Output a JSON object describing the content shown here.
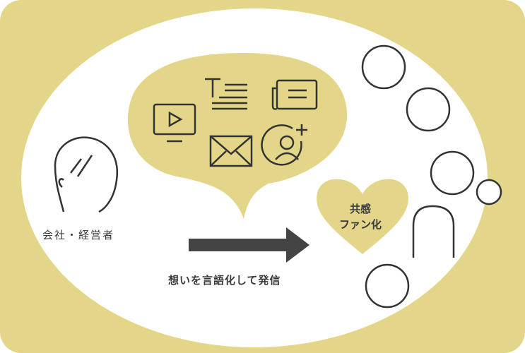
{
  "labels": {
    "company": "会社・経営者",
    "send": "想いを言語化して発信",
    "empathy": "共感",
    "fan": "ファン化"
  },
  "colors": {
    "background": "#e3d688",
    "ellipse": "#ffffff",
    "stroke": "#333333",
    "arrow": "#444444"
  },
  "icons": [
    "video-icon",
    "text-icon",
    "newspaper-icon",
    "mail-icon",
    "add-user-icon"
  ]
}
